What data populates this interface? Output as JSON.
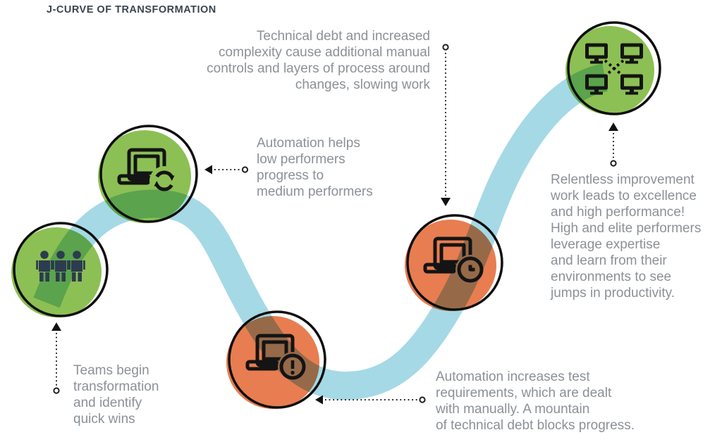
{
  "title": "J-CURVE OF TRANSFORMATION",
  "annotations": {
    "technical_debt": {
      "text": "Technical debt and increased\ncomplexity cause additional manual\ncontrols and layers of process around\nchanges, slowing work"
    },
    "automation_helps": {
      "text": "Automation helps\nlow performers\nprogress to\nmedium performers"
    },
    "relentless": {
      "text": "Relentless improvement\nwork leads to excellence\nand high performance!\nHigh and elite performers\nleverage expertise\nand learn from their\nenvironments to see\njumps in productivity."
    },
    "teams_begin": {
      "text": "Teams begin\ntransformation\nand identify\nquick wins"
    },
    "automation_increases": {
      "text": "Automation increases test\nrequirements, which are dealt\nwith manually. A mountain\nof technical debt blocks progress."
    }
  },
  "curve": {
    "color": "#a5d9e6"
  },
  "nodes": [
    {
      "id": "teams",
      "icon": "team-people-icon",
      "color": "#8cc054"
    },
    {
      "id": "automation-helps",
      "icon": "laptop-sync-icon",
      "color": "#8cc054"
    },
    {
      "id": "technical-debt",
      "icon": "laptop-alert-icon",
      "color": "#e87d51"
    },
    {
      "id": "manual-tests",
      "icon": "laptop-clock-icon",
      "color": "#e87d51"
    },
    {
      "id": "high-performance",
      "icon": "network-monitors-icon",
      "color": "#8cc054"
    }
  ],
  "colors": {
    "title": "#3a4450",
    "annotation_text": "#8b9197",
    "people_icon": "#2c3c4e",
    "line_icon": "#141414",
    "connector": "#1f1f1f"
  }
}
